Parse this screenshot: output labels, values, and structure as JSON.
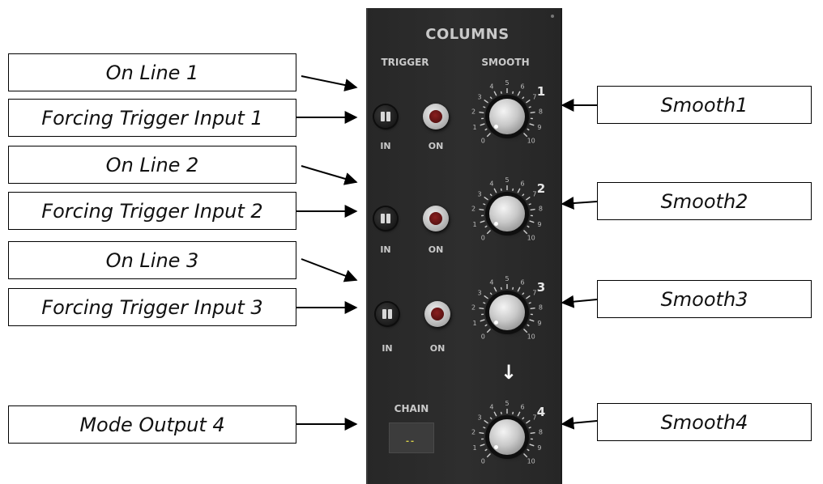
{
  "module": {
    "title": "COLUMNS",
    "trigger_header": "TRIGGER",
    "smooth_header": "SMOOTH",
    "in_label": "IN",
    "on_label": "ON",
    "chain_label": "CHAIN",
    "chain_display": "--",
    "down_arrow": "↓",
    "knob_numbers": [
      "1",
      "2",
      "3",
      "4"
    ]
  },
  "callouts": {
    "left": [
      "On Line 1",
      "Forcing Trigger Input 1",
      "On Line 2",
      "Forcing Trigger Input 2",
      "On Line 3",
      "Forcing Trigger Input 3",
      "Mode Output 4"
    ],
    "right": [
      "Smooth1",
      "Smooth2",
      "Smooth3",
      "Smooth4"
    ]
  },
  "colors": {
    "panel": "#2a2a2a",
    "panel_text": "#c9c9c9",
    "button_led": "#6a1515",
    "chain_led": "#d8d04a"
  }
}
